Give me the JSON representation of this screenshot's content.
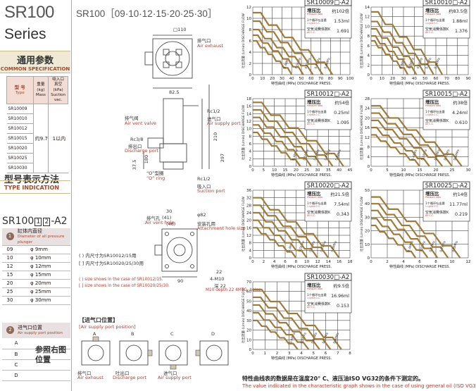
{
  "left": {
    "title": "SR100",
    "subtitle": "Series",
    "common_spec_zh": "通用参数",
    "common_spec_en": "COMMON SPECIFICATION",
    "spec_headers": [
      "型 号\nType",
      "重量\n(kg)\nMass",
      "吸入口\n真空\n(kPa)\nSuction\nvacuum"
    ],
    "models": [
      "SR10009",
      "SR10010",
      "SR10012",
      "SR10015",
      "SR10020",
      "SR10025",
      "SR10030"
    ],
    "mass": "约9.7",
    "vacuum": "1以内",
    "type_zh": "型号表示方法",
    "type_en": "TYPE INDICATION",
    "type_prefix": "SR100",
    "type_box1": "1",
    "type_box2": "2",
    "type_suffix": "-A2",
    "bore_header_zh": "缸体内直径",
    "bore_header_en": "Diameter of all pressure plunger",
    "bores": [
      {
        "code": "09",
        "dia": "φ  9mm"
      },
      {
        "code": "10",
        "dia": "φ 10mm"
      },
      {
        "code": "12",
        "dia": "φ 12mm"
      },
      {
        "code": "15",
        "dia": "φ 15mm"
      },
      {
        "code": "20",
        "dia": "φ 20mm"
      },
      {
        "code": "25",
        "dia": "φ 25mm"
      },
      {
        "code": "30",
        "dia": "φ 30mm"
      }
    ],
    "port_header_zh": "进气口位置",
    "port_header_en": "Air supply port position",
    "ports": [
      "A",
      "B",
      "C",
      "D"
    ],
    "port_ref": "参照右图位置"
  },
  "mid": {
    "title": "SR100［09·10·12·15·20·25·30］",
    "labels": {
      "sq110": "□110",
      "exhaust_zh": "排气口",
      "exhaust_en": "Air exhaust",
      "dim825": "82.5",
      "rc12a": "Rc1/2",
      "supply_zh": "进气口",
      "supply_en": "Air supply port",
      "vent_zh": "排气阀",
      "vent_en": "Air vent valve",
      "rc38": "Rc3/8",
      "discharge_zh": "排出口",
      "discharge_en": "Discharge port",
      "d210": "210",
      "d297": "297",
      "d375": "37.5",
      "d180": "180",
      "oring_zh": "“O”型圈",
      "oring_en": "“O” ring",
      "rc12b": "Rc1/2",
      "suction_zh": "吸入口",
      "suction_en": "Suction port",
      "d30": "30",
      "d41": "(41)",
      "d46": "(46)",
      "d82": "φ82",
      "d82sup": "+0.3\n0",
      "mount_zh": "安装孔用",
      "mount_en": "Attachment hole size",
      "vent_hole_zh": "排气孔",
      "vent_hole_en": "Air vent hole",
      "d90": "90",
      "d22": "22",
      "m10": "4-M10",
      "depth_zh": "深 22",
      "depth_en": "M10 depth 22\n4MTG. holes",
      "note1_zh": "( )  内尺寸为SR10012/15用",
      "note2_zh": "[ ]  内尺寸为SR10020/25/30用",
      "note1_en": "( ) size shows in the case of SR10012/15.",
      "note2_en": "[ ] size shows in the case of SR10020/25/30.",
      "pos_title_zh": "【进气口位置】",
      "pos_title_en": "[Air supply port position]",
      "pos_letters": [
        "A",
        "B",
        "C",
        "D"
      ],
      "pos_exhaust_zh": "排气口",
      "pos_exhaust_en": "Air exhaust",
      "pos_discharge_zh": "吐出口",
      "pos_discharge_en": "Discharge port",
      "pos_supply_zh": "进气口",
      "pos_supply_en": "Air supply port"
    }
  },
  "chart_common": {
    "ylabel": "吐出流量 (L/min) DISCHARGE FLOW",
    "xlabel": "特性曲线 (MPa) DISCHARGE PRESS.",
    "ratio_zh": "增压比",
    "ratio_en": "Pressure ratio",
    "disp_zh": "1个循环吐出量",
    "disp_en": "1 cycle C.C.",
    "air_zh": "空気消費係数K",
    "air_en": "Air C.C."
  },
  "chart_data": [
    {
      "type": "line",
      "title": "SR10009□-A2",
      "ratio": "约102倍",
      "displacement": "1.53ml",
      "air_coef": "1.691",
      "x_ticks": [
        0,
        10,
        20,
        30,
        40,
        50,
        60,
        70,
        80,
        90,
        100
      ],
      "y_ticks": [
        0,
        2,
        4,
        6,
        8,
        10,
        12
      ],
      "xlim": [
        0,
        100
      ],
      "ylim": [
        0,
        12
      ],
      "series": [
        {
          "name": "0.4MPa",
          "x": [
            0,
            40
          ],
          "y": [
            6,
            0
          ]
        },
        {
          "name": "0.5MPa",
          "x": [
            0,
            52
          ],
          "y": [
            7,
            0
          ]
        },
        {
          "name": "0.6MPa",
          "x": [
            0,
            62
          ],
          "y": [
            8,
            0
          ]
        },
        {
          "name": "0.7MPa",
          "x": [
            0,
            72
          ],
          "y": [
            9.5,
            0
          ]
        },
        {
          "name": "0.8MPa",
          "x": [
            0,
            82
          ],
          "y": [
            11,
            0
          ]
        }
      ]
    },
    {
      "type": "line",
      "title": "SR10010□-A2",
      "ratio": "约83.5倍",
      "displacement": "1.88ml",
      "air_coef": "1.376",
      "x_ticks": [
        0,
        10,
        20,
        30,
        40,
        50,
        60,
        70,
        80,
        90
      ],
      "y_ticks": [
        0,
        2,
        4,
        6,
        8,
        10,
        12,
        14
      ],
      "xlim": [
        0,
        90
      ],
      "ylim": [
        0,
        14
      ],
      "series": [
        {
          "name": "0.4MPa",
          "x": [
            0,
            34
          ],
          "y": [
            7,
            0
          ]
        },
        {
          "name": "0.5MPa",
          "x": [
            0,
            42
          ],
          "y": [
            8,
            0
          ]
        },
        {
          "name": "0.6MPa",
          "x": [
            0,
            50
          ],
          "y": [
            9.5,
            0
          ]
        },
        {
          "name": "0.7MPa",
          "x": [
            0,
            58
          ],
          "y": [
            11,
            0
          ]
        },
        {
          "name": "0.8MPa",
          "x": [
            0,
            66
          ],
          "y": [
            13,
            0
          ]
        }
      ]
    },
    {
      "type": "line",
      "title": "SR10012□-A2",
      "ratio": "约54倍",
      "displacement": "0.25ml",
      "air_coef": "1.095",
      "x_ticks": [
        0,
        5,
        10,
        15,
        20,
        25,
        30,
        35,
        40,
        45
      ],
      "y_ticks": [
        0,
        2,
        4,
        6,
        8,
        10,
        12,
        14,
        16,
        18
      ],
      "xlim": [
        0,
        45
      ],
      "ylim": [
        0,
        18
      ],
      "series": [
        {
          "name": "0.4MPa",
          "x": [
            0,
            22
          ],
          "y": [
            9,
            0
          ]
        },
        {
          "name": "0.5MPa",
          "x": [
            0,
            27
          ],
          "y": [
            11,
            0
          ]
        },
        {
          "name": "0.6MPa",
          "x": [
            0,
            32
          ],
          "y": [
            13,
            0
          ]
        },
        {
          "name": "0.7MPa",
          "x": [
            0,
            37
          ],
          "y": [
            15,
            0
          ]
        },
        {
          "name": "0.8MPa",
          "x": [
            0,
            42
          ],
          "y": [
            17,
            0
          ]
        }
      ]
    },
    {
      "type": "line",
      "title": "SR10015□-A2",
      "ratio": "约38倍",
      "displacement": "4.24ml",
      "air_coef": "0.610",
      "x_ticks": [
        0,
        5,
        10,
        15,
        20,
        25,
        30
      ],
      "y_ticks": [
        0,
        4,
        8,
        12,
        16,
        20,
        24,
        28
      ],
      "xlim": [
        0,
        30
      ],
      "ylim": [
        0,
        28
      ],
      "series": [
        {
          "name": "0.4MPa",
          "x": [
            0,
            15
          ],
          "y": [
            13,
            0
          ]
        },
        {
          "name": "0.5MPa",
          "x": [
            0,
            18
          ],
          "y": [
            16,
            0
          ]
        },
        {
          "name": "0.6MPa",
          "x": [
            0,
            22
          ],
          "y": [
            19,
            0
          ]
        },
        {
          "name": "0.7MPa",
          "x": [
            0,
            25
          ],
          "y": [
            22,
            0
          ]
        },
        {
          "name": "0.8MPa",
          "x": [
            0,
            28
          ],
          "y": [
            25,
            0
          ]
        }
      ]
    },
    {
      "type": "line",
      "title": "SR10020□-A2",
      "ratio": "约21.5倍",
      "displacement": "7.54ml",
      "air_coef": "0.343",
      "x_ticks": [
        0,
        2,
        4,
        6,
        8,
        10,
        12,
        14,
        16,
        18
      ],
      "y_ticks": [
        0,
        4,
        8,
        12,
        16,
        20,
        24,
        28,
        32,
        36
      ],
      "xlim": [
        0,
        18
      ],
      "ylim": [
        0,
        36
      ],
      "series": [
        {
          "name": "0.4MPa",
          "x": [
            0,
            8
          ],
          "y": [
            16,
            0
          ]
        },
        {
          "name": "0.5MPa",
          "x": [
            0,
            10
          ],
          "y": [
            20,
            0
          ]
        },
        {
          "name": "0.6MPa",
          "x": [
            0,
            12
          ],
          "y": [
            24,
            0
          ]
        },
        {
          "name": "0.7MPa",
          "x": [
            0,
            14
          ],
          "y": [
            28,
            0
          ]
        },
        {
          "name": "0.8MPa",
          "x": [
            0,
            16
          ],
          "y": [
            32,
            0
          ]
        }
      ]
    },
    {
      "type": "line",
      "title": "SR10025□-A2",
      "ratio": "约14倍",
      "displacement": "11.77ml",
      "air_coef": "0.219",
      "x_ticks": [
        0,
        2,
        4,
        6,
        8,
        10,
        12
      ],
      "y_ticks": [
        0,
        10,
        20,
        30,
        40,
        50
      ],
      "xlim": [
        0,
        12
      ],
      "ylim": [
        0,
        50
      ],
      "series": [
        {
          "name": "0.4MPa",
          "x": [
            0,
            5.5
          ],
          "y": [
            24,
            0
          ]
        },
        {
          "name": "0.5MPa",
          "x": [
            0,
            7
          ],
          "y": [
            29,
            0
          ]
        },
        {
          "name": "0.6MPa",
          "x": [
            0,
            8.2
          ],
          "y": [
            35,
            0
          ]
        },
        {
          "name": "0.7MPa",
          "x": [
            0,
            9.5
          ],
          "y": [
            40,
            0
          ]
        },
        {
          "name": "0.8MPa",
          "x": [
            0,
            11
          ],
          "y": [
            45,
            0
          ]
        }
      ]
    },
    {
      "type": "line",
      "title": "SR10030□-A2",
      "ratio": "约9.5倍",
      "displacement": "16.96ml",
      "air_coef": "0.153",
      "x_ticks": [
        0,
        1,
        2,
        3,
        4,
        5,
        6,
        7,
        8
      ],
      "y_ticks": [
        0,
        10,
        20,
        30,
        40,
        50,
        60,
        70
      ],
      "xlim": [
        0,
        8
      ],
      "ylim": [
        0,
        70
      ],
      "series": [
        {
          "name": "0.4MPa",
          "x": [
            0,
            3.7
          ],
          "y": [
            30,
            0
          ]
        },
        {
          "name": "0.5MPa",
          "x": [
            0,
            4.6
          ],
          "y": [
            38,
            0
          ]
        },
        {
          "name": "0.6MPa",
          "x": [
            0,
            5.5
          ],
          "y": [
            46,
            0
          ]
        },
        {
          "name": "0.7MPa",
          "x": [
            0,
            6.4
          ],
          "y": [
            54,
            0
          ]
        },
        {
          "name": "0.8MPa",
          "x": [
            0,
            7.3
          ],
          "y": [
            62,
            0
          ]
        }
      ]
    }
  ],
  "footer": {
    "zh": "特性曲线表的数据是在温度20° C、液压油ISO VG32的条件下测定的。",
    "en": "The value indicated in the characteristic graph shows in the case of using general oil (ISO VG32)"
  },
  "colors": {
    "curve": "#a07a3a",
    "accent_red": "#c0392b",
    "band": "#efe9d6",
    "pink": "#f3dcd4"
  }
}
